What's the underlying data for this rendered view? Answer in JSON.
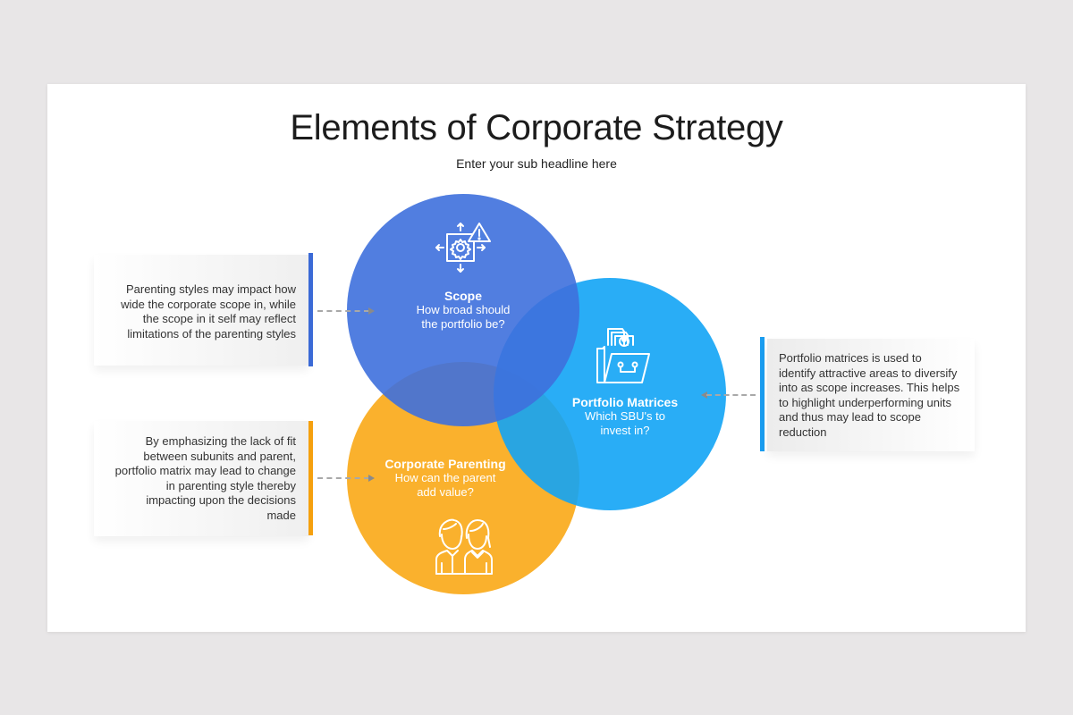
{
  "title": "Elements of Corporate Strategy",
  "subtitle": "Enter your sub headline here",
  "colors": {
    "scope": "#3e70dd",
    "portfolio": "#12a4f5",
    "parenting": "#f9a816",
    "background": "#e8e6e7",
    "slide": "#ffffff"
  },
  "circles": {
    "scope": {
      "heading": "Scope",
      "question_line1": "How broad should",
      "question_line2": "the portfolio be?",
      "icon": "gear-alert-icon"
    },
    "portfolio": {
      "heading": "Portfolio Matrices",
      "question_line1": "Which SBU's to",
      "question_line2": "invest in?",
      "icon": "folder-profile-icon"
    },
    "parenting": {
      "heading": "Corporate Parenting",
      "question_line1": "How can the parent",
      "question_line2": "add value?",
      "icon": "parents-icon"
    }
  },
  "notes": {
    "scope_note": {
      "lines": [
        "Parenting styles may impact how",
        "wide the corporate scope in, while",
        "the scope in it self may reflect",
        "limitations of the parenting styles"
      ]
    },
    "parenting_note": {
      "lines": [
        "By emphasizing the lack of fit",
        "between subunits and parent,",
        "portfolio matrix may lead to change",
        "in parenting style thereby",
        "impacting upon the decisions",
        "made"
      ]
    },
    "portfolio_note": {
      "lines": [
        "Portfolio matrices is used to",
        "identify attractive areas to diversify",
        "into as scope increases.  This helps",
        "to highlight underperforming units",
        "and thus may lead to scope",
        "reduction"
      ]
    }
  }
}
